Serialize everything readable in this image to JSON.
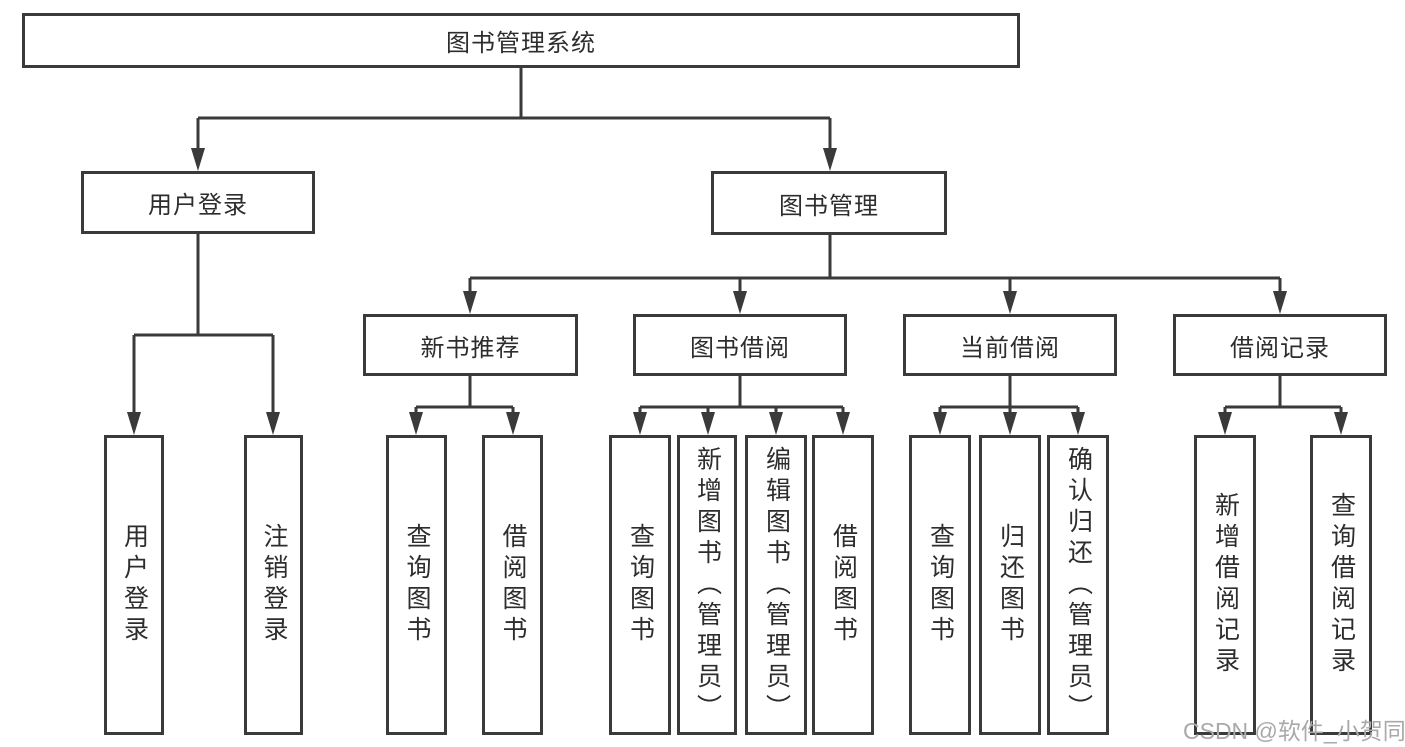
{
  "diagram": {
    "type": "hierarchy-tree",
    "title": "图书管理系统",
    "watermark": "CSDN @软件_小贺同学",
    "colors": {
      "line": "#3a3a3a",
      "box_border": "#3a3a3a",
      "box_fill": "#ffffff",
      "text": "#2d2d2d",
      "watermark_text": "#a9a9a9"
    },
    "root": {
      "id": "library-management-system",
      "label": "图书管理系统"
    },
    "level2": [
      {
        "id": "user-login",
        "label": "用户登录",
        "parent": "library-management-system"
      },
      {
        "id": "book-management",
        "label": "图书管理",
        "parent": "library-management-system"
      }
    ],
    "level3": [
      {
        "id": "new-book-recommendation",
        "label": "新书推荐",
        "parent": "book-management"
      },
      {
        "id": "book-borrowing",
        "label": "图书借阅",
        "parent": "book-management"
      },
      {
        "id": "current-borrowing",
        "label": "当前借阅",
        "parent": "book-management"
      },
      {
        "id": "borrowing-records",
        "label": "借阅记录",
        "parent": "book-management"
      }
    ],
    "leaves": [
      {
        "id": "leaf-user-login",
        "label": "用户登录",
        "parent": "user-login"
      },
      {
        "id": "leaf-logout",
        "label": "注销登录",
        "parent": "user-login"
      },
      {
        "id": "leaf-query-books-recommend",
        "label": "查询图书",
        "parent": "new-book-recommendation"
      },
      {
        "id": "leaf-borrow-books-recommend",
        "label": "借阅图书",
        "parent": "new-book-recommendation"
      },
      {
        "id": "leaf-query-books-borrowing",
        "label": "查询图书",
        "parent": "book-borrowing"
      },
      {
        "id": "leaf-add-books-admin",
        "label": "新增图书（管理员）",
        "parent": "book-borrowing"
      },
      {
        "id": "leaf-edit-books-admin",
        "label": "编辑图书（管理员）",
        "parent": "book-borrowing"
      },
      {
        "id": "leaf-borrow-books-borrowing",
        "label": "借阅图书",
        "parent": "book-borrowing"
      },
      {
        "id": "leaf-query-books-current",
        "label": "查询图书",
        "parent": "current-borrowing"
      },
      {
        "id": "leaf-return-books",
        "label": "归还图书",
        "parent": "current-borrowing"
      },
      {
        "id": "leaf-confirm-return-admin",
        "label": "确认归还（管理员）",
        "parent": "current-borrowing"
      },
      {
        "id": "leaf-add-borrowing-record",
        "label": "新增借阅记录",
        "parent": "borrowing-records"
      },
      {
        "id": "leaf-query-borrowing-record",
        "label": "查询借阅记录",
        "parent": "borrowing-records"
      }
    ]
  }
}
